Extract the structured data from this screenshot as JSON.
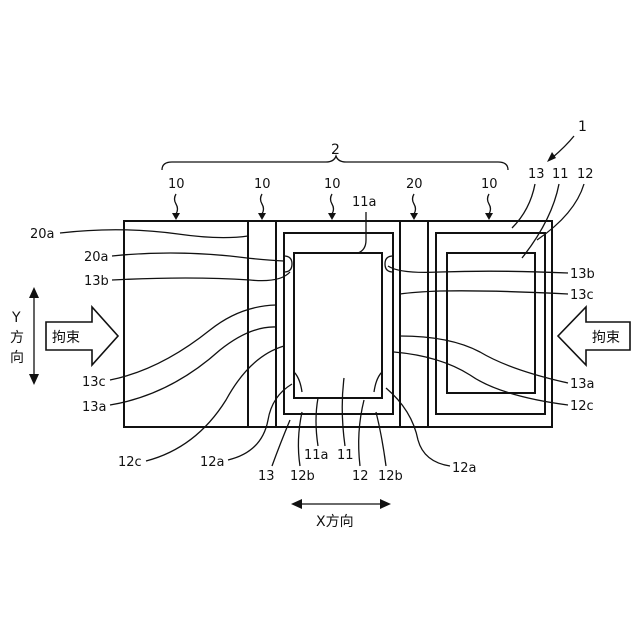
{
  "labels": {
    "assembly": "1",
    "group": "2",
    "cell_a": "10",
    "cell_b": "10",
    "cell_c": "10",
    "spacer": "20",
    "cell_d": "10",
    "top_13": "13",
    "top_11": "11",
    "top_12": "12",
    "l_20a_1": "20a",
    "l_20a_2": "20a",
    "l_13b_left": "13b",
    "l_11a_top": "11a",
    "r_13b": "13b",
    "r_13c": "13c",
    "r_13a": "13a",
    "r_12c": "12c",
    "l_13c": "13c",
    "l_13a": "13a",
    "l_12c": "12c",
    "b_12a_left": "12a",
    "b_13": "13",
    "b_12b_left": "12b",
    "b_11a": "11a",
    "b_11": "11",
    "b_12": "12",
    "b_12b_right": "12b",
    "b_12a_right": "12a"
  },
  "arrows": {
    "left_text": "拘束",
    "right_text": "拘束"
  },
  "directions": {
    "y_letter": "Y",
    "y_text1": "方",
    "y_text2": "向",
    "x_text": "X方向"
  }
}
